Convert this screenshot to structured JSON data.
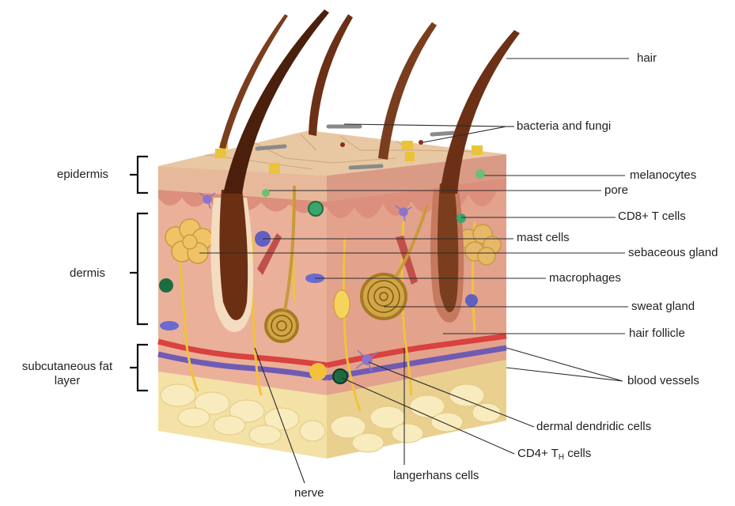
{
  "labels": {
    "hair": "hair",
    "bacteria_fungi": "bacteria and fungi",
    "epidermis": "epidermis",
    "melanocytes": "melanocytes",
    "pore": "pore",
    "cd8": "CD8+ T cells",
    "mast_cells": "mast cells",
    "dermis": "dermis",
    "sebaceous_gland": "sebaceous gland",
    "macrophages": "macrophages",
    "sweat_gland": "sweat gland",
    "hair_follicle": "hair follicle",
    "subcutaneous_line1": "subcutaneous fat",
    "subcutaneous_line2": "layer",
    "blood_vessels": "blood vessels",
    "dermal_dendritic": "dermal dendridic cells",
    "cd4_prefix": "CD4+ T",
    "cd4_sub": "H",
    "cd4_suffix": " cells",
    "langerhans": "langerhans cells",
    "nerve": "nerve"
  },
  "colors": {
    "epidermis_top": "#e8c8a2",
    "epidermis_front": "#e7b99a",
    "dermis": "#eab09a",
    "dermis_side": "#d99a86",
    "fat": "#f3e1a5",
    "fat_side": "#e6cd8c",
    "hair": "#7a3d1e",
    "hair_dark": "#4a200c",
    "nerve": "#f2c23a",
    "artery": "#d9423e",
    "vein": "#6f5bb3",
    "gland": "#c99a3c",
    "bacteria": "#8a8a8a",
    "fungi": "#e9c33a"
  }
}
